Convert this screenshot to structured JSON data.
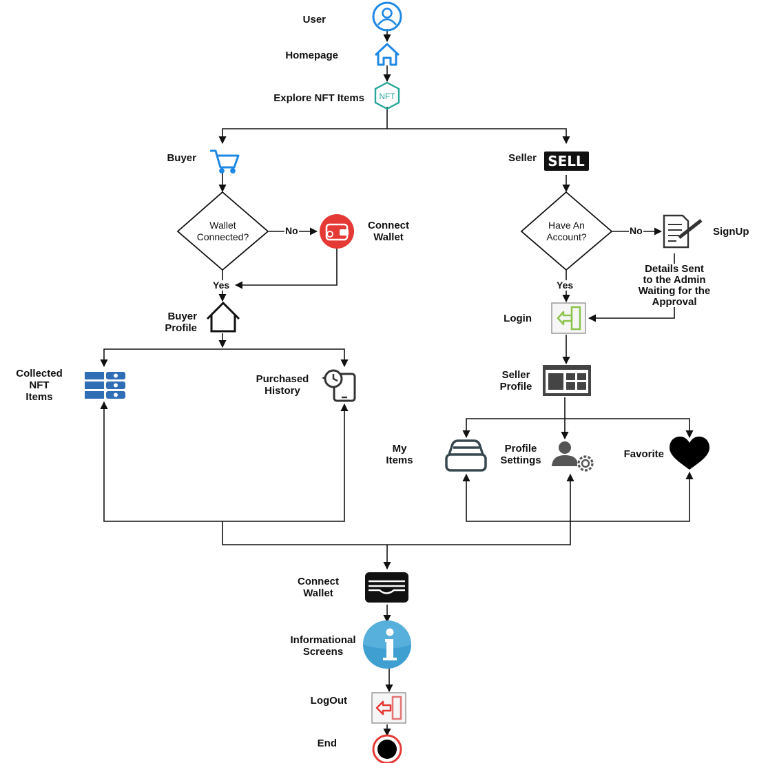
{
  "nodes": {
    "user": "User",
    "homepage": "Homepage",
    "explore": "Explore NFT Items",
    "buyer": "Buyer",
    "seller": "Seller",
    "wallet_decision": "Wallet\nConnected?",
    "connect_wallet_buyer": "Connect\nWallet",
    "buyer_profile": "Buyer\nProfile",
    "collected": "Collected\nNFT\nItems",
    "purchased": "Purchased\nHistory",
    "account_decision": "Have An\nAccount?",
    "signup": "SignUp",
    "details": "Details Sent\nto the Admin\nWaiting for the\nApproval",
    "login": "Login",
    "seller_profile": "Seller\nProfile",
    "my_items": "My\nItems",
    "profile_settings": "Profile\nSettings",
    "favorite": "Favorite",
    "connect_wallet_final": "Connect\nWallet",
    "informational": "Informational\nScreens",
    "logout": "LogOut",
    "end": "End"
  },
  "edges": {
    "no_wallet": "No",
    "yes_wallet": "Yes",
    "no_account": "No",
    "yes_account": "Yes"
  },
  "icons": {
    "sell_badge": "SELL",
    "nft_badge": "NFT"
  },
  "colors": {
    "line": "#111111",
    "blue": "#1e88e5",
    "teal": "#26a69a",
    "red": "#e53935",
    "green": "#8bc34a",
    "gray": "#455a64",
    "info": "#3f9fd1"
  }
}
